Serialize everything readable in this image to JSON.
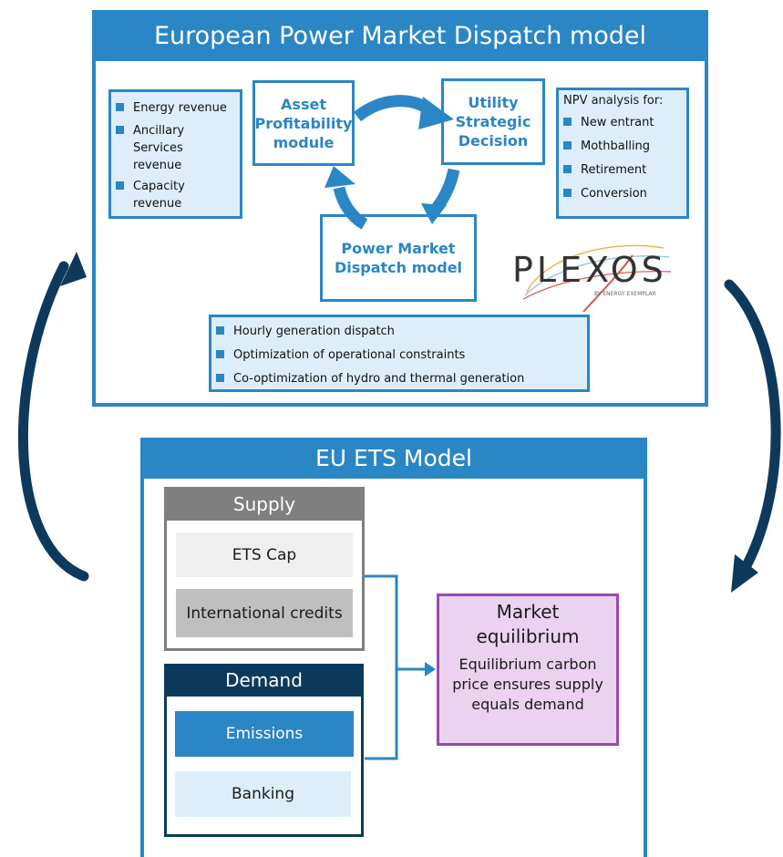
{
  "top": {
    "title": "European Power Market Dispatch model",
    "revenue_items": [
      "Energy revenue",
      "Ancillary Services revenue",
      "Capacity revenue"
    ],
    "node_asset": "Asset Profitability module",
    "node_utility": "Utility Strategic Decision",
    "node_dispatch": "Power Market Dispatch model",
    "npv_title": "NPV analysis for:",
    "npv_items": [
      "New entrant",
      "Mothballing",
      "Retirement",
      "Conversion"
    ],
    "dispatch_items": [
      "Hourly generation dispatch",
      "Optimization of operational constraints",
      "Co-optimization of hydro and thermal generation"
    ],
    "logo_text": "PLEXOS",
    "logo_subtext": "BY ENERGY EXEMPLAR"
  },
  "bottom": {
    "title": "EU ETS Model",
    "supply_title": "Supply",
    "supply_items": [
      "ETS Cap",
      "International credits"
    ],
    "demand_title": "Demand",
    "demand_items": [
      "Emissions",
      "Banking"
    ],
    "market_title": "Market equilibrium",
    "market_text": "Equilibrium carbon price ensures supply equals demand"
  },
  "colors": {
    "accent": "#2b86c5",
    "dark_navy": "#0d3a5c",
    "supply_gray": "#7f7f7f",
    "market_purple": "#9a4aae",
    "market_fill": "#ead2f0"
  }
}
